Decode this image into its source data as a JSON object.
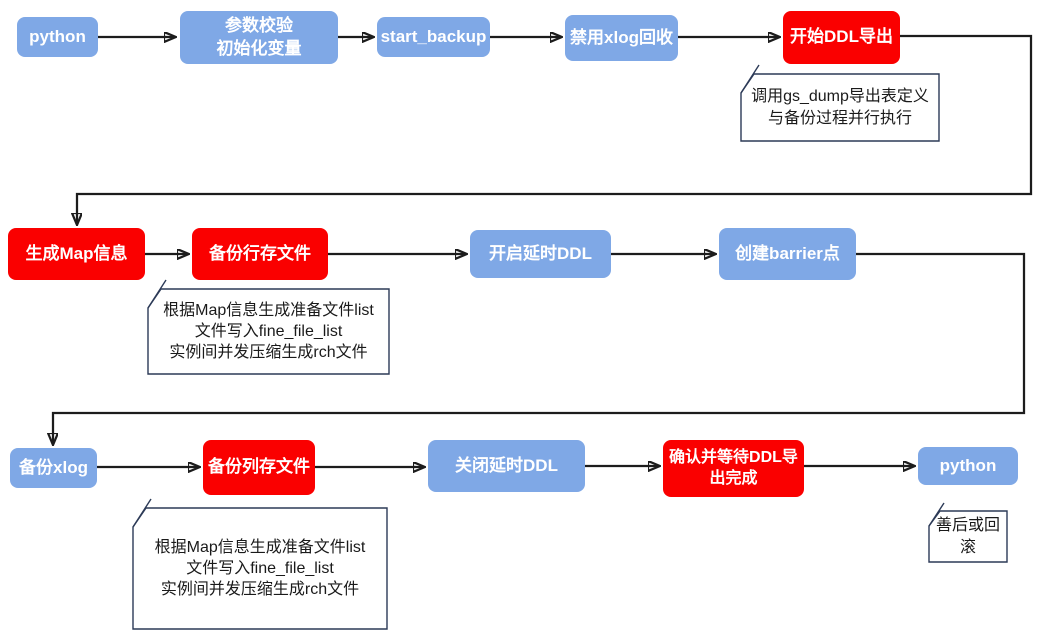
{
  "colors": {
    "node_blue": "#7FA8E6",
    "node_red": "#FA0000",
    "node_text": "#FFFFFF",
    "note_border": "#2C3A57",
    "note_text": "#1A1A1A",
    "connector": "#1C1C1C",
    "background": "#FFFFFF"
  },
  "nodes": {
    "python_start": {
      "label": "python",
      "color": "blue"
    },
    "param_check": {
      "label": "参数校验\n初始化变量",
      "color": "blue"
    },
    "start_backup": {
      "label": "start_backup",
      "color": "blue"
    },
    "disable_xlog_recycle": {
      "label": "禁用xlog回收",
      "color": "blue"
    },
    "start_ddl_export": {
      "label": "开始DDL导出",
      "color": "red"
    },
    "gen_map_info": {
      "label": "生成Map信息",
      "color": "red"
    },
    "backup_row_files": {
      "label": "备份行存文件",
      "color": "red"
    },
    "enable_delay_ddl": {
      "label": "开启延时DDL",
      "color": "blue"
    },
    "create_barrier": {
      "label": "创建barrier点",
      "color": "blue"
    },
    "backup_xlog": {
      "label": "备份xlog",
      "color": "blue"
    },
    "backup_col_files": {
      "label": "备份列存文件",
      "color": "red"
    },
    "disable_delay_ddl": {
      "label": "关闭延时DDL",
      "color": "blue"
    },
    "confirm_wait_ddl_export": {
      "label": "确认并等待DDL导出完成",
      "color": "red"
    },
    "python_end": {
      "label": "python",
      "color": "blue"
    }
  },
  "notes": {
    "ddl_export_note": {
      "text": "调用gs_dump导出表定义\n与备份过程并行执行"
    },
    "row_backup_note": {
      "text": "根据Map信息生成准备文件list\n文件写入fine_file_list\n实例间并发压缩生成rch文件"
    },
    "col_backup_note": {
      "text": "根据Map信息生成准备文件list\n文件写入fine_file_list\n实例间并发压缩生成rch文件"
    },
    "finish_note": {
      "text": "善后或回滚"
    }
  },
  "edges": [
    [
      "python_start",
      "param_check"
    ],
    [
      "param_check",
      "start_backup"
    ],
    [
      "start_backup",
      "disable_xlog_recycle"
    ],
    [
      "disable_xlog_recycle",
      "start_ddl_export"
    ],
    [
      "start_ddl_export",
      "gen_map_info"
    ],
    [
      "gen_map_info",
      "backup_row_files"
    ],
    [
      "backup_row_files",
      "enable_delay_ddl"
    ],
    [
      "enable_delay_ddl",
      "create_barrier"
    ],
    [
      "create_barrier",
      "backup_xlog"
    ],
    [
      "backup_xlog",
      "backup_col_files"
    ],
    [
      "backup_col_files",
      "disable_delay_ddl"
    ],
    [
      "disable_delay_ddl",
      "confirm_wait_ddl_export"
    ],
    [
      "confirm_wait_ddl_export",
      "python_end"
    ]
  ]
}
